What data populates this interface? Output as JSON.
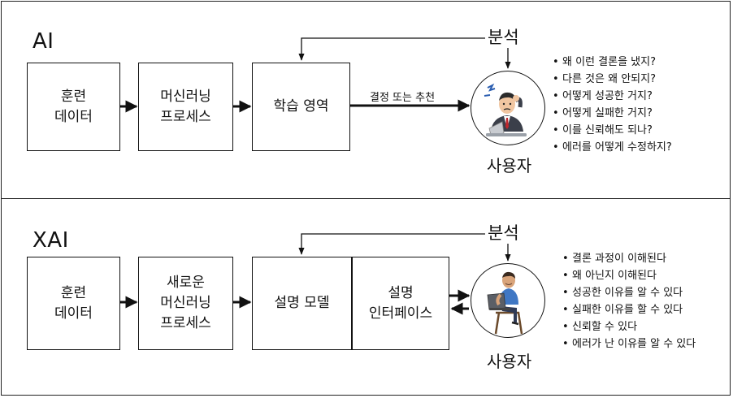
{
  "ai_section": {
    "title": "AI",
    "boxes": [
      "훈련\n데이터",
      "머신러닝\n프로세스",
      "학습 영역"
    ],
    "arrow_label": "결정 또는 추천",
    "analysis_label": "분석",
    "user_label": "사용자",
    "questions": [
      "왜 이런 결론을 냈지?",
      "다른 것은 왜 안되지?",
      "어떻게 성공한 거지?",
      "어떻게 실패한 거지?",
      "이를 신뢰해도 되나?",
      "에러를 어떻게 수정하지?"
    ]
  },
  "xai_section": {
    "title": "XAI",
    "boxes": [
      "훈련\n데이터",
      "새로운\n머신러닝\n프로세스",
      "설명 모델",
      "설명\n인터페이스"
    ],
    "analysis_label": "분석",
    "user_label": "사용자",
    "outcomes": [
      "결론 과정이 이해된다",
      "왜 아닌지 이해된다",
      "성공한 이유를 알 수 있다",
      "실패한 이유를 할 수 있다",
      "신뢰할 수 있다",
      "에러가 난 이유를 알 수 있다"
    ]
  },
  "icons": {
    "ai_user": "confused-businessman-icon",
    "xai_user": "relaxed-laptop-user-icon"
  }
}
